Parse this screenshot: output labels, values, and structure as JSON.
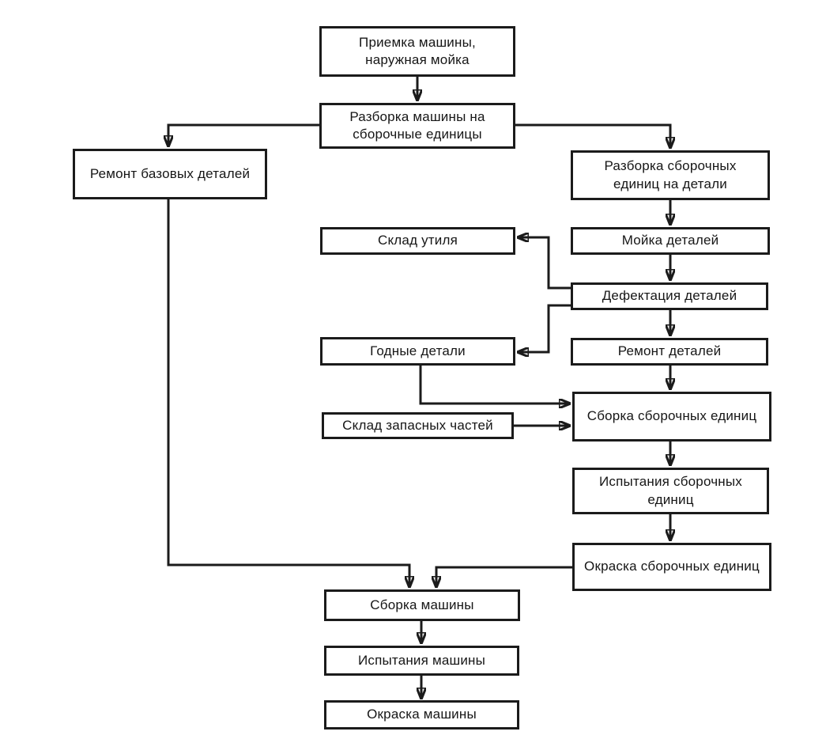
{
  "diagram": {
    "type": "flowchart",
    "language": "ru",
    "line_color": "#1b1b1b",
    "background_color": "#ffffff"
  },
  "nodes": {
    "priemka": {
      "label": "Приемка машины, наружная мойка"
    },
    "razborka_mashiny": {
      "label": "Разборка машины на сборочные единицы"
    },
    "remont_bazovykh": {
      "label": "Ремонт базовых деталей"
    },
    "razborka_sborochnykh": {
      "label": "Разборка сборочных единиц на детали"
    },
    "moika_detalei": {
      "label": "Мойка деталей"
    },
    "sklad_utilya": {
      "label": "Склад утиля"
    },
    "defektatsiya_detalei": {
      "label": "Дефектация деталей"
    },
    "godnye_detali": {
      "label": "Годные детали"
    },
    "remont_detalei": {
      "label": "Ремонт деталей"
    },
    "sklad_zapasnykh": {
      "label": "Склад запасных частей"
    },
    "sborka_sborochnykh": {
      "label": "Сборка сборочных единиц"
    },
    "ispytaniya_sborochnykh": {
      "label": "Испытания сборочных единиц"
    },
    "okraska_sborochnykh": {
      "label": "Окраска сборочных единиц"
    },
    "sborka_mashiny": {
      "label": "Сборка машины"
    },
    "ispytaniya_mashiny": {
      "label": "Испытания машины"
    },
    "okraska_mashiny": {
      "label": "Окраска машины"
    }
  }
}
